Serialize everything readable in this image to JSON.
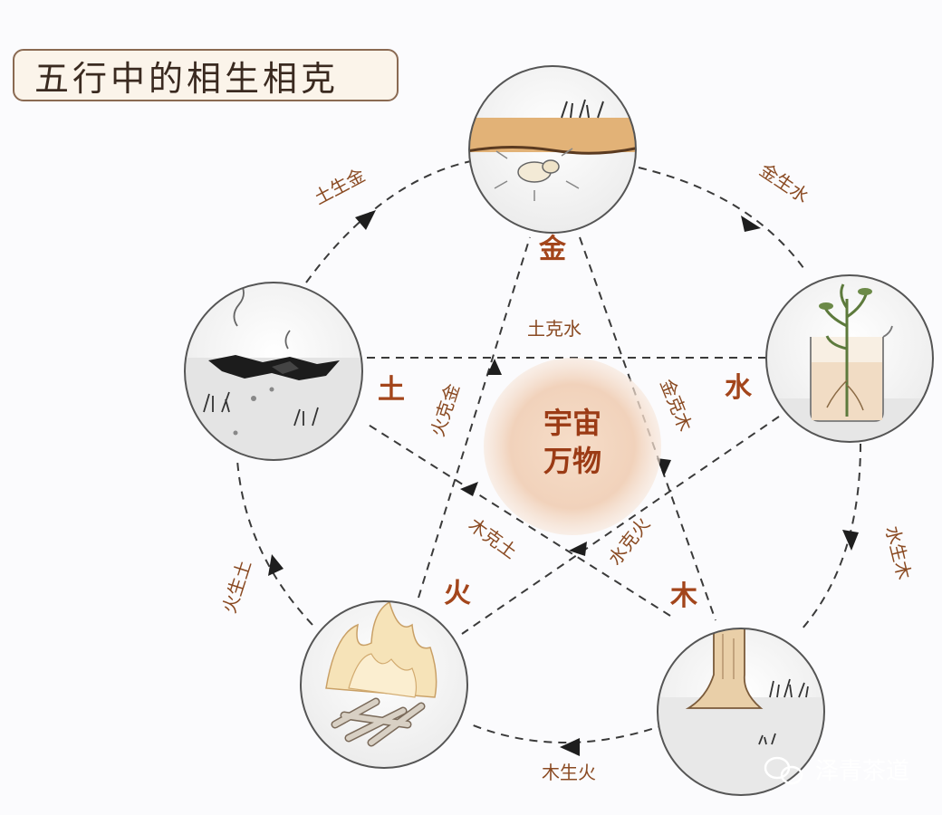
{
  "title": "五行中的相生相克",
  "elements": {
    "metal": "金",
    "water": "水",
    "wood": "木",
    "fire": "火",
    "earth": "土"
  },
  "center": {
    "line1": "宇宙",
    "line2": "万物"
  },
  "generating": {
    "earth_metal": "土生金",
    "metal_water": "金生水",
    "water_wood": "水生木",
    "wood_fire": "木生火",
    "fire_earth": "火生土"
  },
  "overcoming": {
    "earth_water": "土克水",
    "metal_wood": "金克木",
    "wood_earth": "木克土",
    "water_fire": "水克火",
    "fire_metal": "火克金"
  },
  "watermark": "泽青茶道",
  "colors": {
    "element_label": "#a3451b",
    "relation_label": "#8a4a22",
    "dash_line": "#3a3a3a",
    "title_border": "#8a6a52"
  }
}
